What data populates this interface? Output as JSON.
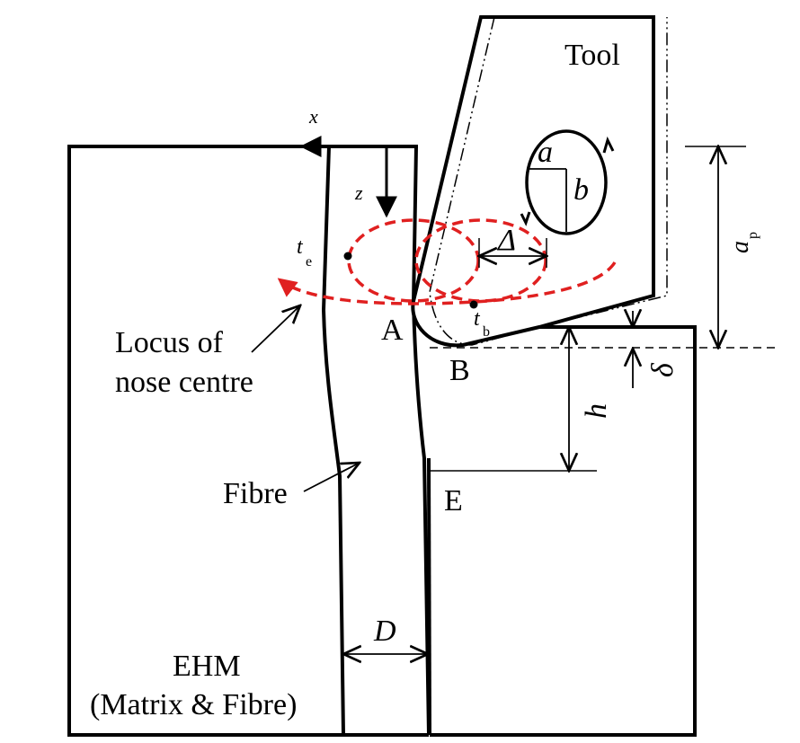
{
  "labels": {
    "tool": "Tool",
    "x_axis": "x",
    "z_axis": "z",
    "a": "a",
    "b": "b",
    "delta_cap": "Δ",
    "t": "t",
    "t_sub_e": "e",
    "t_sub_b": "b",
    "point_A": "A",
    "point_B": "B",
    "point_E": "E",
    "locus_line1": "Locus of",
    "locus_line2": "nose centre",
    "fibre": "Fibre",
    "D": "D",
    "ehm_line1": "EHM",
    "ehm_line2": "(Matrix & Fibre)",
    "a_p": "a",
    "a_p_sub": "p",
    "h": "h",
    "delta_small": "δ"
  },
  "colors": {
    "line": "#000000",
    "locus": "#e02020",
    "background": "#ffffff"
  }
}
